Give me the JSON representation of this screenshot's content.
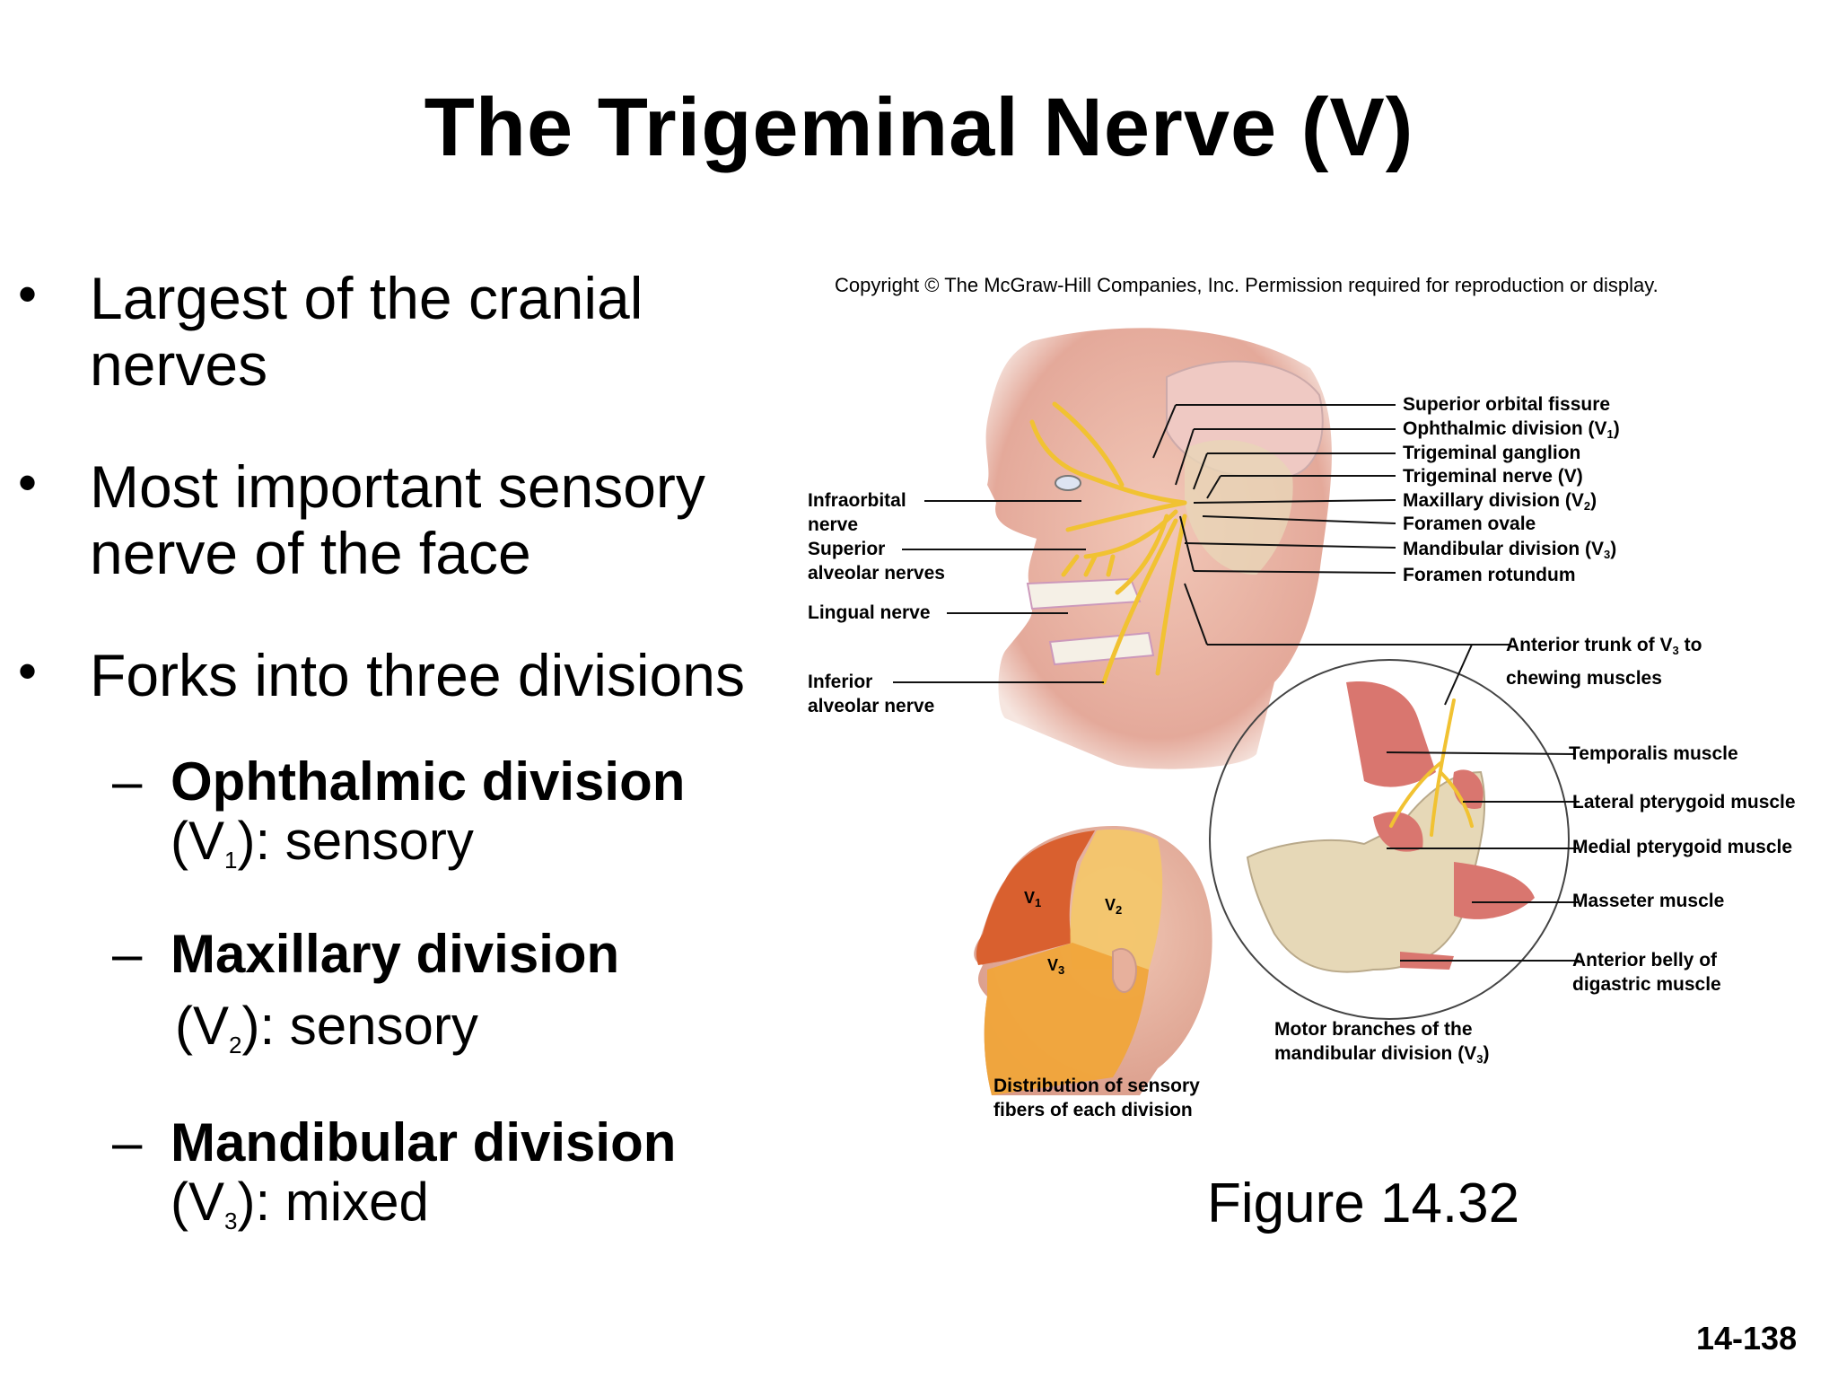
{
  "title": "The Trigeminal Nerve (V)",
  "bullets": [
    {
      "line1": "Largest of the cranial",
      "line2": "nerves"
    },
    {
      "line1": "Most important sensory",
      "line2": "nerve of the face"
    },
    {
      "line1": "Forks into three divisions"
    }
  ],
  "bullet_glyph": "•",
  "dash_glyph": "–",
  "divisions": [
    {
      "name": "Ophthalmic division",
      "pre": "(V",
      "sub": "1",
      "post": "): sensory"
    },
    {
      "name": "Maxillary division",
      "pre": "(V",
      "sub": "2",
      "post": "): sensory"
    },
    {
      "name": "Mandibular division",
      "pre": "(V",
      "sub": "3",
      "post": "): mixed"
    }
  ],
  "copyright": "Copyright © The McGraw-Hill Companies, Inc. Permission required for reproduction or display.",
  "figure_caption": "Figure 14.32",
  "page_number": "14-138",
  "labels": {
    "superior_orbital_fissure": "Superior orbital fissure",
    "ophthalmic_division": {
      "pre": "Ophthalmic division (V",
      "sub": "1",
      "post": ")"
    },
    "trigeminal_ganglion": "Trigeminal ganglion",
    "trigeminal_nerve": "Trigeminal nerve (V)",
    "maxillary_division": {
      "pre": "Maxillary division (V",
      "sub": "2",
      "post": ")"
    },
    "foramen_ovale": "Foramen ovale",
    "mandibular_division": {
      "pre": "Mandibular division (V",
      "sub": "3",
      "post": ")"
    },
    "foramen_rotundum": "Foramen rotundum",
    "infraorbital_nerve": [
      "Infraorbital",
      "nerve"
    ],
    "superior_alveolar_nerves": [
      "Superior",
      "alveolar nerves"
    ],
    "lingual_nerve": "Lingual nerve",
    "inferior_alveolar_nerve": [
      "Inferior",
      "alveolar nerve"
    ],
    "anterior_trunk": {
      "pre": "Anterior trunk of V",
      "sub": "3",
      "post": " to",
      "line2": "chewing muscles"
    },
    "temporalis_muscle": "Temporalis muscle",
    "lateral_pterygoid_muscle": "Lateral pterygoid muscle",
    "medial_pterygoid_muscle": "Medial pterygoid muscle",
    "masseter_muscle": "Masseter muscle",
    "anterior_belly_digastric": [
      "Anterior belly of",
      "digastric muscle"
    ],
    "motor_branches": {
      "line1": "Motor branches of the",
      "pre": "mandibular division (V",
      "sub": "3",
      "post": ")"
    },
    "distribution": [
      "Distribution of sensory",
      "fibers of each division"
    ],
    "zone_v1": {
      "pre": "V",
      "sub": "1"
    },
    "zone_v2": {
      "pre": "V",
      "sub": "2"
    },
    "zone_v3": {
      "pre": "V",
      "sub": "3"
    }
  },
  "colors": {
    "skin": "#e9b7a6",
    "nerve": "#f1c232",
    "muscle": "#d9766f",
    "bone": "#e8dcc0",
    "zone_v1": "#d9602f",
    "zone_v2": "#f3c66b",
    "zone_v3": "#f0a53a"
  }
}
